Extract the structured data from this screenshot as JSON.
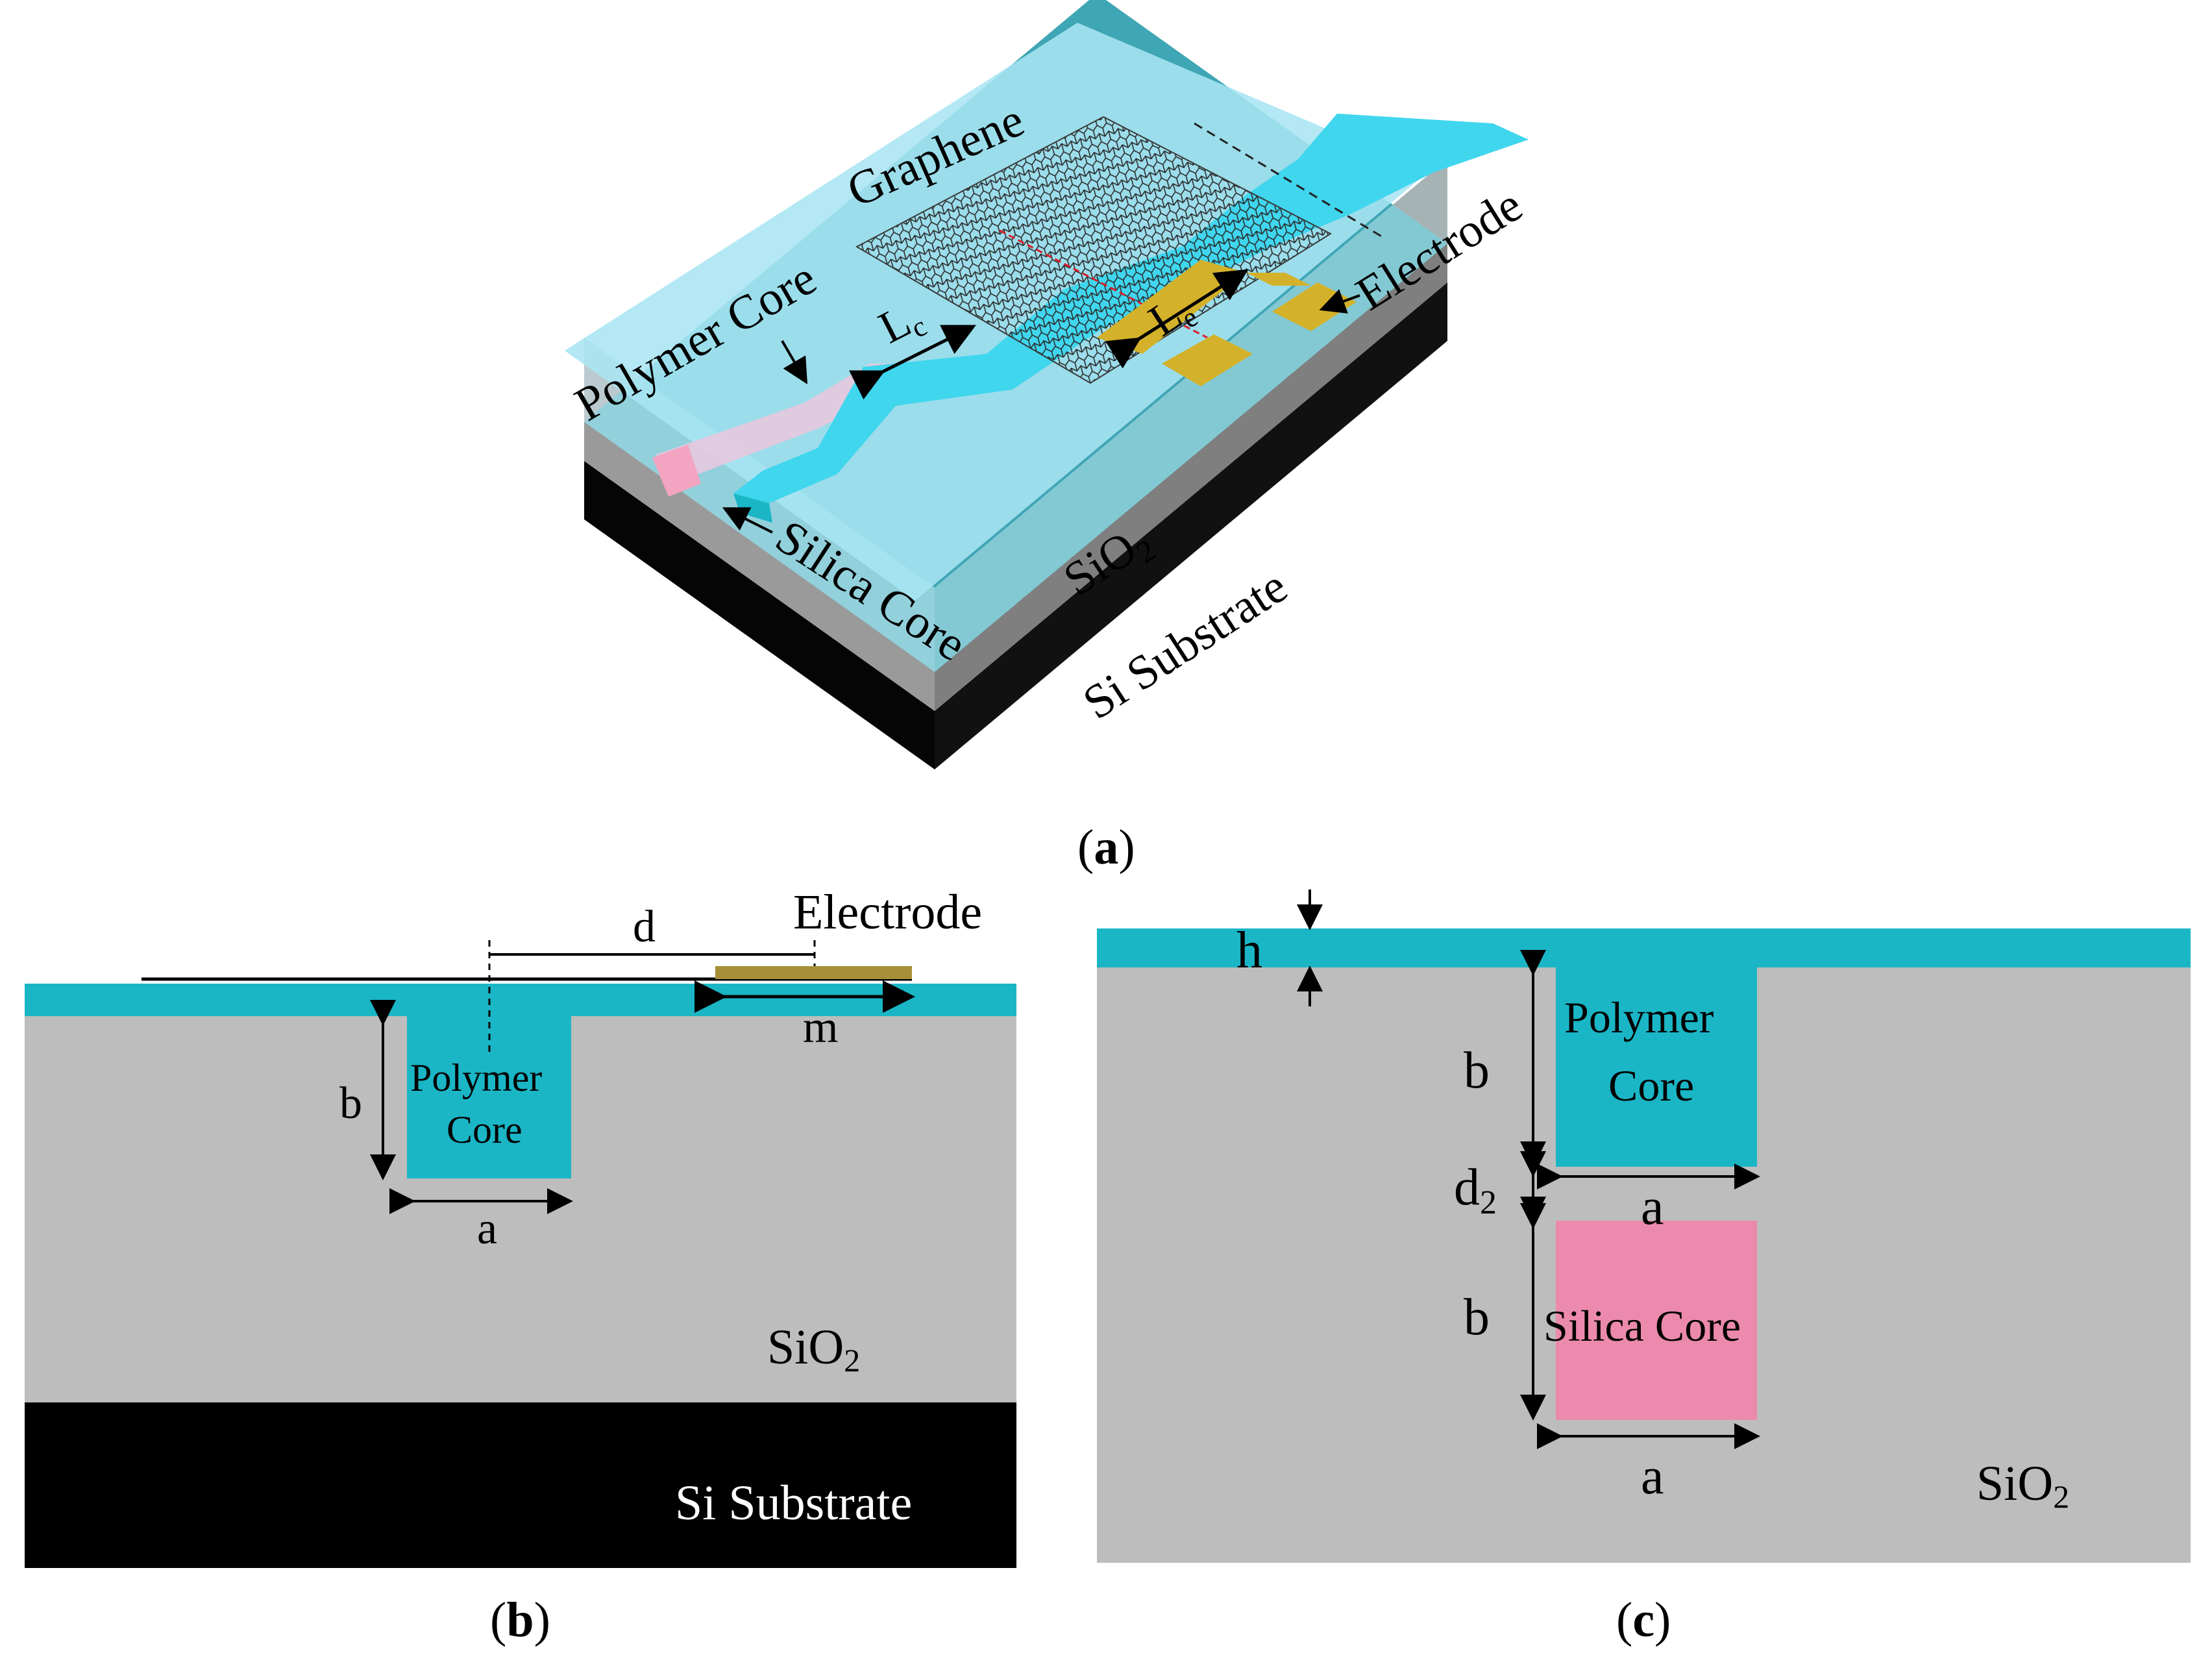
{
  "panel_a": {
    "caption_open": "(",
    "caption_letter": "a",
    "caption_close": ")",
    "graphene": "Graphene",
    "electrode": "Electrode",
    "polymer_core": "Polymer Core",
    "silica_core": "Silica Core",
    "sio2_main": "SiO",
    "sio2_sub": "2",
    "si_substrate": "Si Substrate",
    "lc_main": "L",
    "lc_sub": "c",
    "le_main": "L",
    "le_sub": "e"
  },
  "panel_b": {
    "caption_open": "(",
    "caption_letter": "b",
    "caption_close": ")",
    "electrode": "Electrode",
    "d": "d",
    "m": "m",
    "b": "b",
    "a": "a",
    "polymer_line1": "Polymer",
    "polymer_line2": "Core",
    "sio2_main": "SiO",
    "sio2_sub": "2",
    "si_substrate": "Si Substrate"
  },
  "panel_c": {
    "caption_open": "(",
    "caption_letter": "c",
    "caption_close": ")",
    "h": "h",
    "b_top": "b",
    "b_bottom": "b",
    "d2_main": "d",
    "d2_sub": "2",
    "a_top": "a",
    "a_bottom": "a",
    "polymer_line1": "Polymer",
    "polymer_line2": "Core",
    "silica_core": "Silica Core",
    "sio2_main": "SiO",
    "sio2_sub": "2"
  },
  "colors": {
    "polymer": "#1ab6c6",
    "polymer_bright": "#3fd6ee",
    "cladding_top": "#a9e5f2",
    "sio2": "#bdbdbd",
    "sio2_dark": "#858585",
    "substrate": "#000000",
    "silica_core": "#ec8aad",
    "electrode": "#d4b12a",
    "graphene_line": "#dd1d2b"
  }
}
